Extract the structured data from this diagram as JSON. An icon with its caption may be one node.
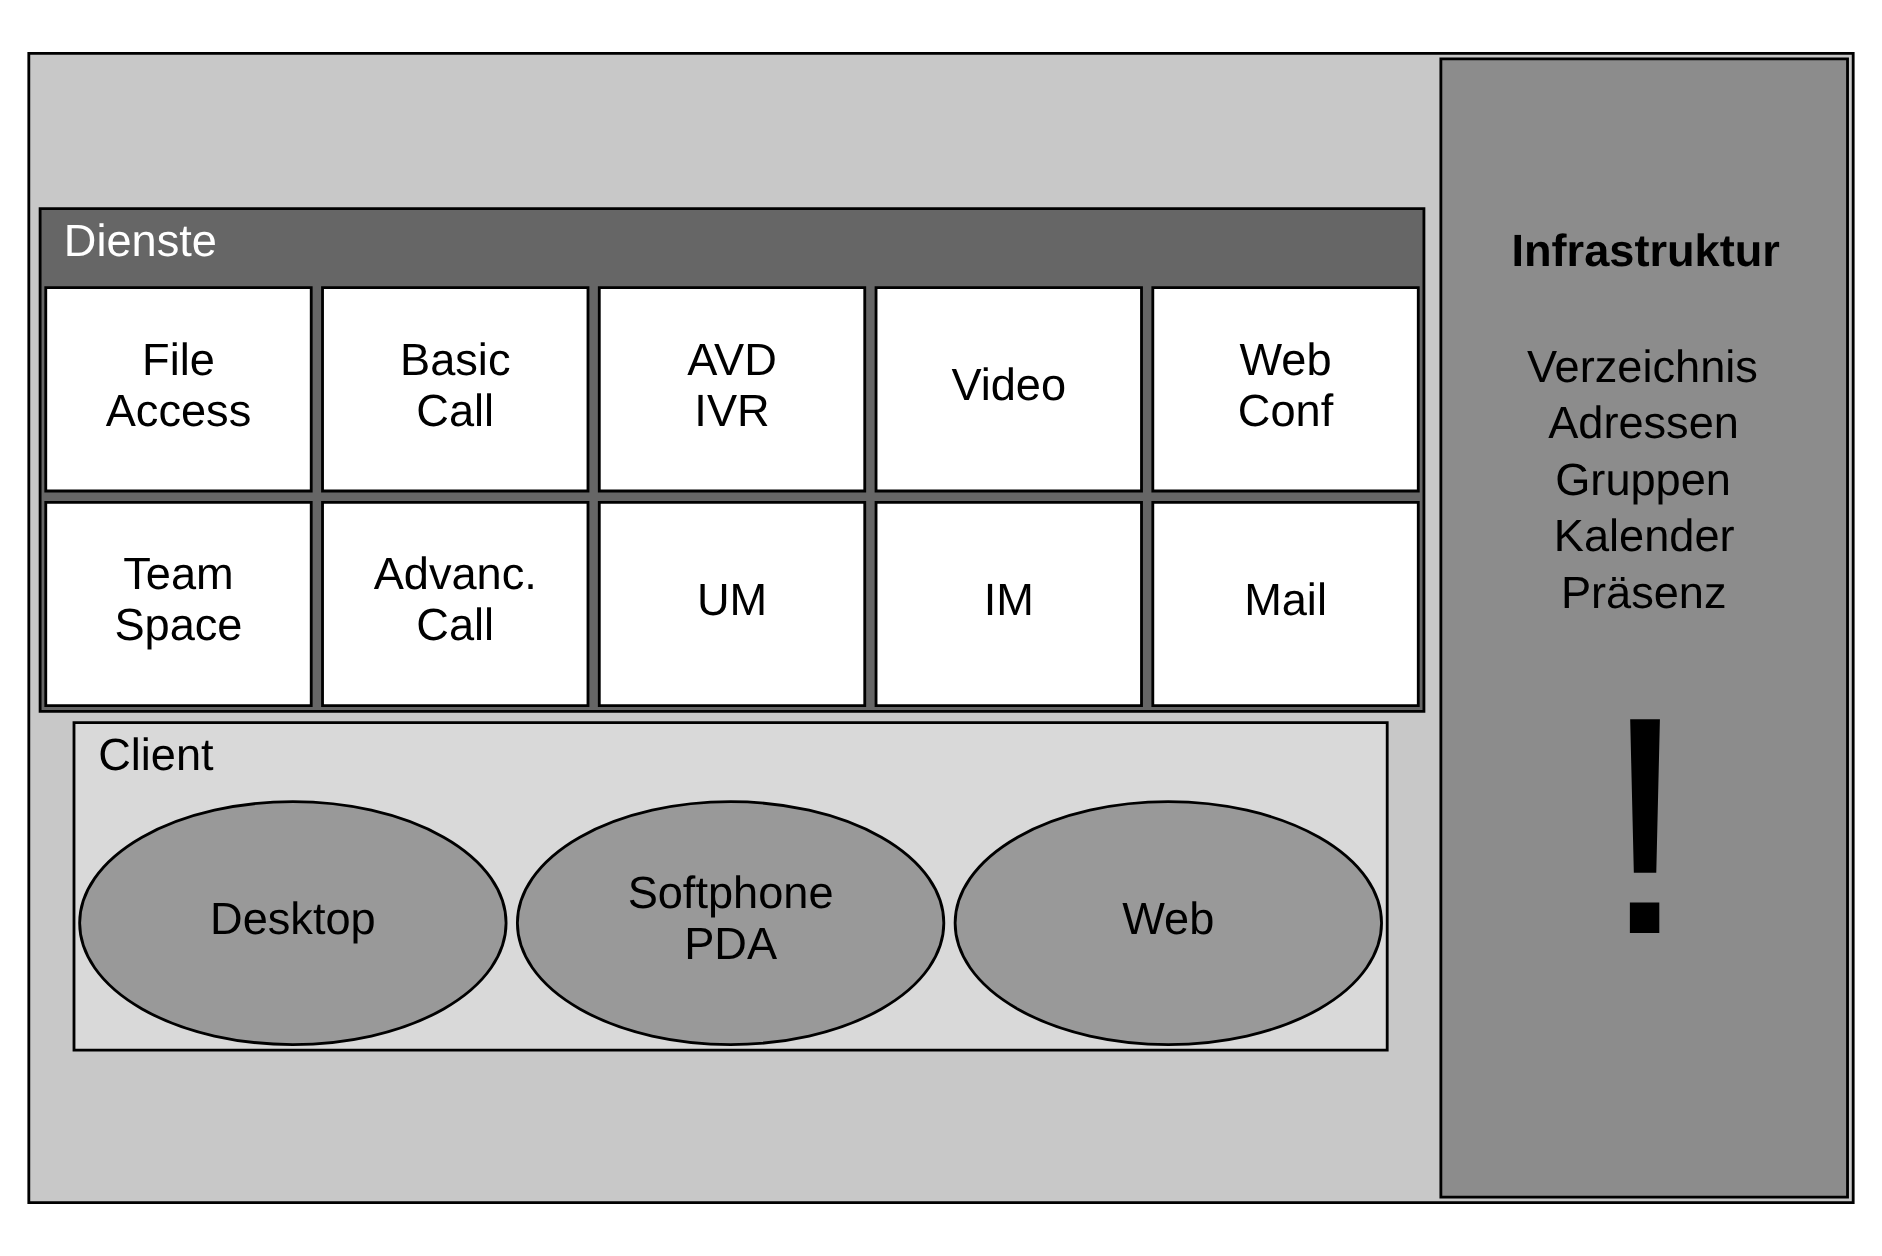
{
  "diagram": {
    "nodes": [
      {
        "text": [],
        "shape": "box"
      },
      {
        "text": [
          "Dienste"
        ],
        "in": 0
      },
      {
        "text": [
          "File Access"
        ],
        "in": 1
      },
      {
        "text": [
          "Basic Call"
        ],
        "in": 1
      },
      {
        "text": [
          "AVD IVR"
        ],
        "in": 1
      },
      {
        "text": [
          "Video"
        ],
        "in": 1
      },
      {
        "text": [
          "Web Conf"
        ],
        "in": 1
      },
      {
        "text": [
          "Team Space"
        ],
        "in": 1
      },
      {
        "text": [
          "Advanc. Call"
        ],
        "in": 1
      },
      {
        "text": [
          "UM"
        ],
        "in": 1
      },
      {
        "text": [
          "IM"
        ],
        "in": 1
      },
      {
        "text": [
          "Mail"
        ],
        "in": 1
      },
      {
        "text": [
          "Client"
        ],
        "in": 0
      },
      {
        "text": [
          "Desktop"
        ],
        "in": 12
      },
      {
        "text": [
          "Softphone PDA"
        ],
        "in": 12
      },
      {
        "text": [
          "Web"
        ],
        "in": 12
      },
      {
        "text": [
          "Infrastruktur",
          "Verzeichnis",
          "Adressen",
          "Gruppen",
          "Kalender",
          "Präsenz",
          "!"
        ],
        "in": 0
      }
    ]
  }
}
